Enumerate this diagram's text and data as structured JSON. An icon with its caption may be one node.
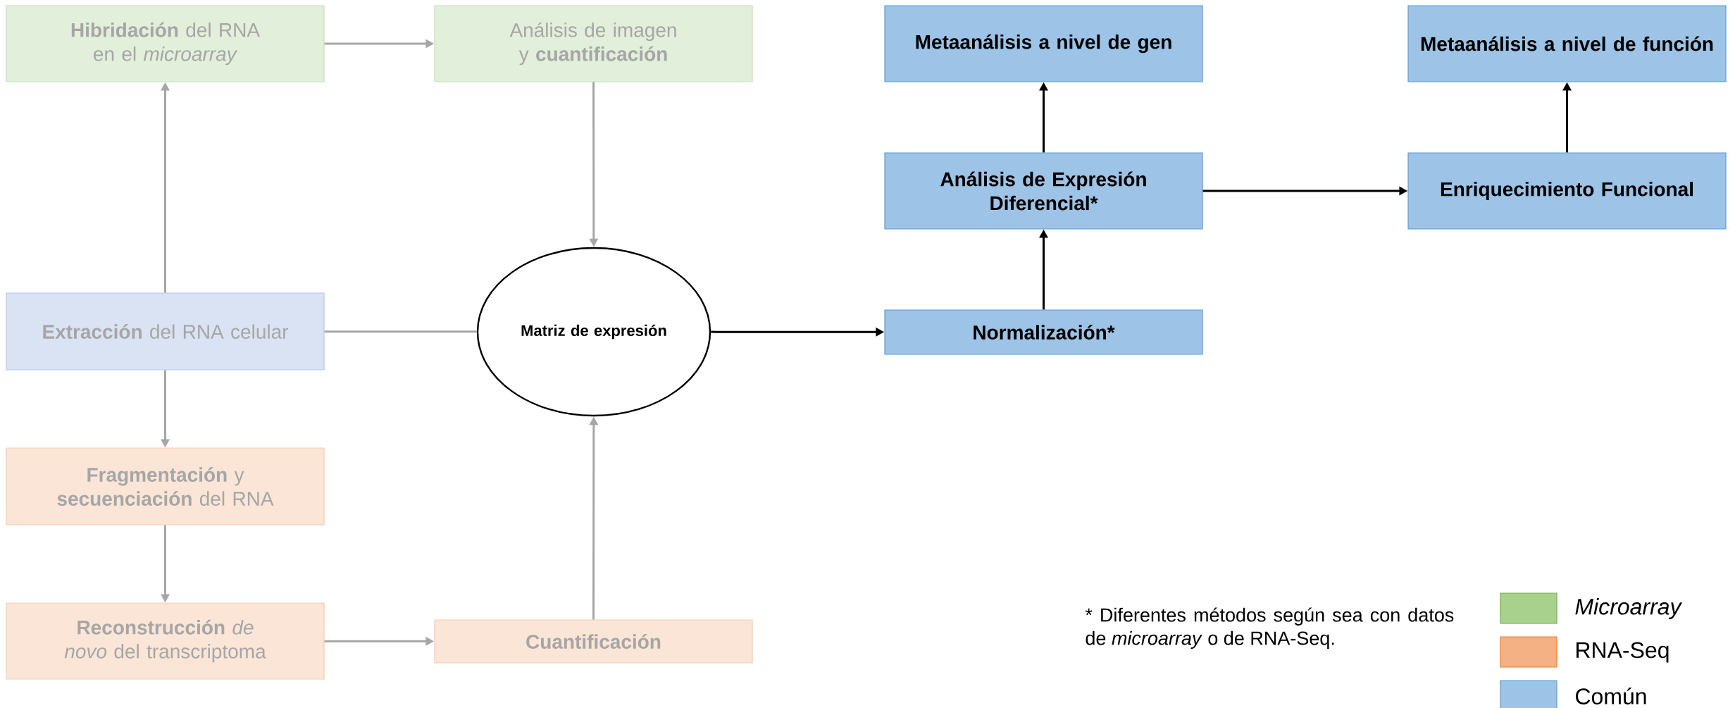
{
  "diagram": {
    "nodes": [
      {
        "text": [
          "**Hibridación** del RNA en el *microarray*"
        ]
      },
      {
        "text": [
          "Análisis de imagen y **cuantificación**"
        ]
      },
      {
        "text": [
          "**Extracción** del RNA celular"
        ]
      },
      {
        "text": [
          "**Fragmentación** y **secuenciación** del RNA"
        ]
      },
      {
        "text": [
          "**Reconstrucción** *de novo* del transcriptoma"
        ]
      },
      {
        "text": [
          "**Cuantificación**"
        ]
      },
      {
        "text": [
          "Matriz de expresión"
        ]
      },
      {
        "text": [
          "Normalización*"
        ]
      },
      {
        "text": [
          "Análisis de Expresión Diferencial*"
        ]
      },
      {
        "text": [
          "Metaanálisis a nivel de gen"
        ]
      },
      {
        "text": [
          "Enriquecimiento Funcional"
        ]
      },
      {
        "text": [
          "Metaanálisis a nivel de función"
        ]
      }
    ],
    "edges": [
      {
        "from": 2,
        "to": 0,
        "arrow": "to"
      },
      {
        "from": 0,
        "to": 1,
        "arrow": "to"
      },
      {
        "from": 1,
        "to": 6,
        "arrow": "to"
      },
      {
        "from": 2,
        "to": 6,
        "arrow": "none"
      },
      {
        "from": 2,
        "to": 3,
        "arrow": "to"
      },
      {
        "from": 3,
        "to": 4,
        "arrow": "to"
      },
      {
        "from": 4,
        "to": 5,
        "arrow": "to"
      },
      {
        "from": 5,
        "to": 6,
        "arrow": "to"
      },
      {
        "from": 6,
        "to": 7,
        "arrow": "to",
        "color": "#000000"
      },
      {
        "from": 7,
        "to": 8,
        "arrow": "to",
        "color": "#000000"
      },
      {
        "from": 8,
        "to": 9,
        "arrow": "to",
        "color": "#000000"
      },
      {
        "from": 8,
        "to": 10,
        "arrow": "to",
        "color": "#000000"
      },
      {
        "from": 10,
        "to": 11,
        "arrow": "to",
        "color": "#000000"
      }
    ],
    "labels": [
      "* Diferentes métodos según sea con datos de *microarray* o de RNA-Seq."
    ],
    "legend": [
      {
        "text": "Microarray",
        "color": "#a9d18e"
      },
      {
        "text": "RNA-Seq",
        "color": "#f4b183"
      },
      {
        "text": "Común",
        "color": "#9dc3e6"
      }
    ]
  }
}
